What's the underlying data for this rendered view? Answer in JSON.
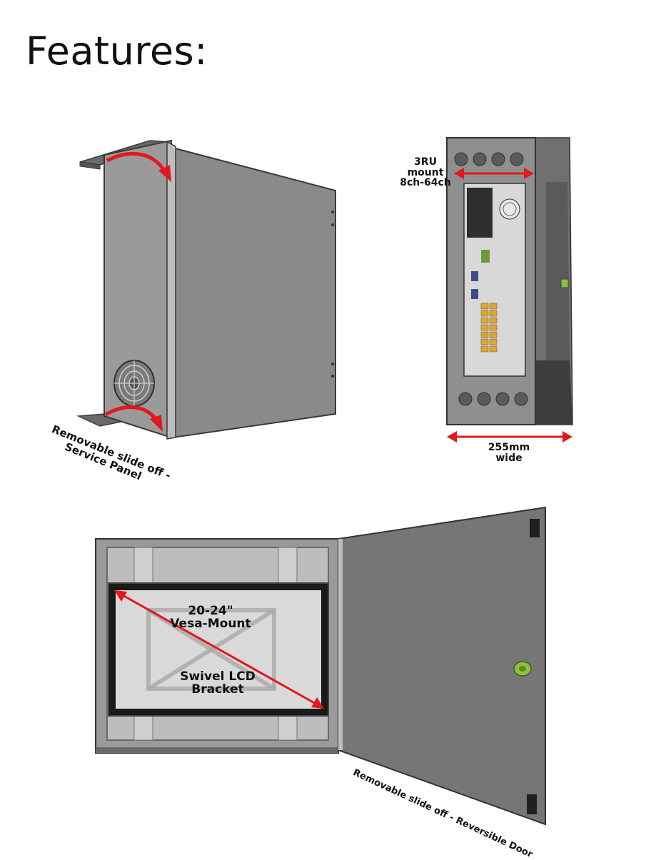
{
  "heading": "Features:",
  "labels": {
    "service_panel_line1": "Removable slide off -",
    "service_panel_line2": "Service Panel",
    "rack_line1": "3RU",
    "rack_line2": "mount",
    "rack_line3": "8ch-64ch",
    "width_line1": "255mm",
    "width_line2": "wide",
    "vesa_line1": "20-24\"",
    "vesa_line2": "Vesa-Mount",
    "swivel_line1": "Swivel LCD",
    "swivel_line2": "Bracket",
    "door": "Removable slide off - Reversible Door"
  },
  "colors": {
    "steel": "#7d7d7d",
    "steel_dark": "#4f4f4f",
    "arrow_red": "#e3171d",
    "lock_green": "#8fbf3f"
  }
}
